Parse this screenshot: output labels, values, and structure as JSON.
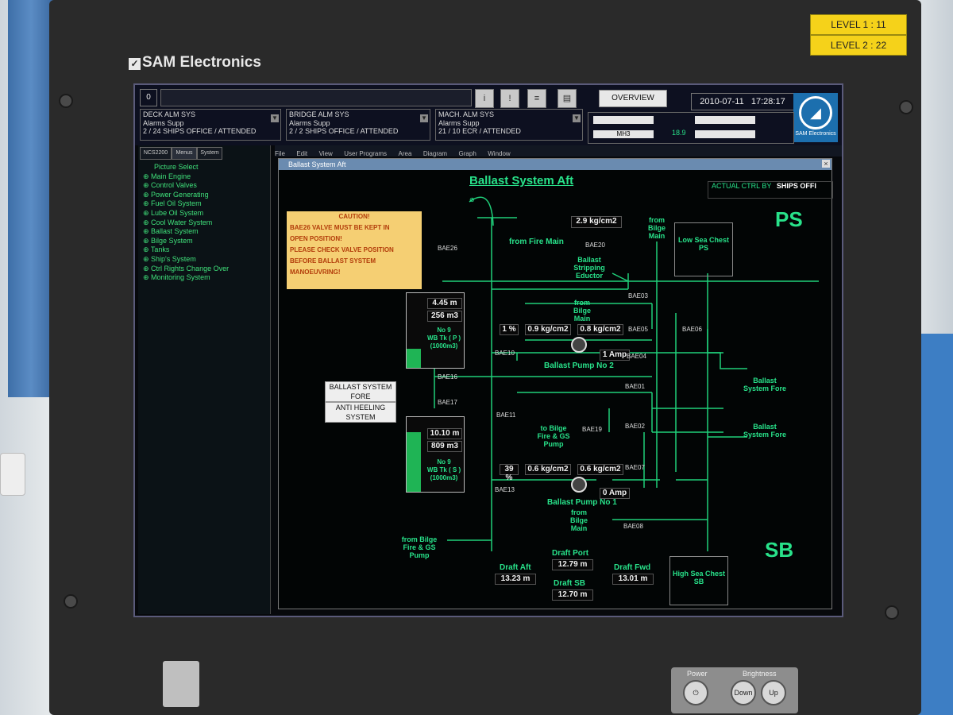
{
  "hardware": {
    "brand": "SAM Electronics",
    "levels": [
      "LEVEL 1 : 11",
      "LEVEL 2 : 22"
    ],
    "power_label": "Power",
    "brightness_label": "Brightness",
    "down_label": "Down",
    "up_label": "Up"
  },
  "topbar": {
    "cmd_box": "0",
    "overview_label": "OVERVIEW",
    "date": "2010-07-11",
    "time": "17:28:17",
    "logo_text": "SAM Electronics",
    "alarms": [
      {
        "title": "DECK ALM SYS",
        "sub": "Alarms   Supp",
        "count": "2",
        "supp": "24",
        "loc": "SHIPS OFFICE / ATTENDED"
      },
      {
        "title": "BRIDGE ALM SYS",
        "sub": "Alarms   Supp",
        "count": "2",
        "supp": "2",
        "loc": "SHIPS OFFICE / ATTENDED"
      },
      {
        "title": "MACH. ALM SYS",
        "sub": "Alarms   Supp",
        "count": "21",
        "supp": "10",
        "loc": "ECR / ATTENDED"
      }
    ],
    "mid_label": "MH3",
    "mid_value": "18.9"
  },
  "leftnav": {
    "tabs": [
      "NCS2200",
      "Menus",
      "System"
    ],
    "items": [
      "Picture Select",
      "Main Engine",
      "Control Valves",
      "Power Generating",
      "Fuel Oil System",
      "Lube Oil System",
      "Cool Water System",
      "Ballast System",
      "Bilge System",
      "Tanks",
      "Ship's System",
      "Ctrl Rights Change Over",
      "Monitoring System"
    ]
  },
  "menubar": [
    "File",
    "Edit",
    "View",
    "User Programs",
    "Area",
    "Diagram",
    "Graph",
    "Window"
  ],
  "window": {
    "title": "Ballast System Aft",
    "heading": "Ballast System Aft",
    "actual_ctrl_label": "ACTUAL CTRL BY",
    "actual_ctrl_value": "SHIPS OFFI",
    "ps": "PS",
    "sb": "SB",
    "caution": {
      "title": "CAUTION!",
      "lines": [
        "BAE26 VALVE MUST BE KEPT IN",
        "OPEN POSITION!",
        "PLEASE CHECK VALVE POSITION",
        "BEFORE BALLAST SYSTEM",
        "MANOEUVRING!"
      ]
    },
    "btn_fore": "BALLAST SYSTEM FORE",
    "btn_heeling": "ANTI HEELING SYSTEM",
    "tank_upper": {
      "level": "4.45 m",
      "volume": "256 m3",
      "name": "No 9",
      "name2": "WB Tk ( P )",
      "cap": "(1000m3)",
      "fill": 0.26
    },
    "tank_lower": {
      "level": "10.10 m",
      "volume": "809 m3",
      "name": "No 9",
      "name2": "WB Tk ( S )",
      "cap": "(1000m3)",
      "fill": 0.81
    },
    "pump2": {
      "name": "Ballast Pump No 2",
      "pct": "1 %",
      "suction": "0.9 kg/cm2",
      "discharge": "0.8 kg/cm2",
      "amp": "1 Amp"
    },
    "pump1": {
      "name": "Ballast Pump No 1",
      "pct": "39 %",
      "suction": "0.6 kg/cm2",
      "discharge": "0.6 kg/cm2",
      "amp": "0 Amp"
    },
    "fire_pressure": "2.9 kg/cm2",
    "labels": {
      "from_fire_main": "from Fire Main",
      "stripping": "Ballast Stripping Eductor",
      "from_bilge_main_top": "from Bilge Main",
      "from_bilge_main_mid": "from Bilge Main",
      "from_bilge_main_low": "from Bilge Main",
      "to_bilge": "to Bilge Fire & GS Pump",
      "from_bilge_fire": "from Bilge Fire & GS Pump",
      "ballast_fore_1": "Ballast System Fore",
      "ballast_fore_2": "Ballast System Fore",
      "low_sea_chest": "Low Sea Chest PS",
      "high_sea_chest": "High Sea Chest SB"
    },
    "valves": [
      "BAE26",
      "BAE20",
      "BAE03",
      "BAE05",
      "BAE06",
      "BAE10",
      "BAE04",
      "BAE16",
      "BAE01",
      "BAE17",
      "BAE11",
      "BAE02",
      "BAE19",
      "BAE07",
      "BAE13",
      "BAE08"
    ],
    "drafts": {
      "aft_label": "Draft Aft",
      "aft": "13.23 m",
      "port_label": "Draft Port",
      "port": "12.79 m",
      "sb_label": "Draft SB",
      "sb": "12.70 m",
      "fwd_label": "Draft Fwd",
      "fwd": "13.01 m"
    }
  }
}
